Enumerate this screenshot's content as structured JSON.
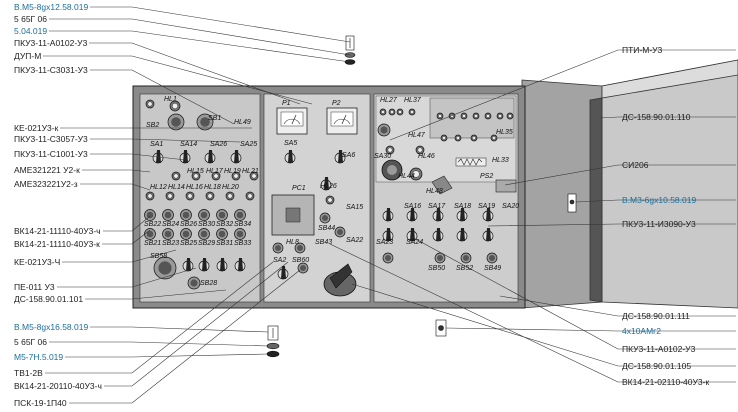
{
  "left_callouts": [
    {
      "text": "В.М5-8gх12.58.019",
      "link": true
    },
    {
      "text": "5 65Г 06",
      "link": false
    },
    {
      "text": "5.04.019",
      "link": true
    },
    {
      "text": "ПКУ3-11-А0102-У3",
      "link": false
    },
    {
      "text": "ДУП-М",
      "link": false
    },
    {
      "text": "ПКУ3-11-С3031-У3",
      "link": false
    },
    {
      "text": "КЕ-021У3-к",
      "link": false
    },
    {
      "text": "ПКУ3-11-С3057-У3",
      "link": false
    },
    {
      "text": "ПКУ3-11-С1001-У3",
      "link": false
    },
    {
      "text": "АМЕ321221 У2-к",
      "link": false
    },
    {
      "text": "АМЕ323221У2-з",
      "link": false
    },
    {
      "text": "ВК14-21-11110-40У3-ч",
      "link": false
    },
    {
      "text": "ВК14-21-11110-40У3-к",
      "link": false
    },
    {
      "text": "КЕ-021У3-Ч",
      "link": false
    },
    {
      "text": "ПЕ-011 У3",
      "link": false
    },
    {
      "text": "ДС-158.90.01.101",
      "link": false
    },
    {
      "text": "В.М5-8gх16.58.019",
      "link": true
    },
    {
      "text": "5 65Г 06",
      "link": false
    },
    {
      "text": "М5-7Н.5.019",
      "link": true
    },
    {
      "text": "ТВ1-2В",
      "link": false
    },
    {
      "text": "ВК14-21-20110-40У3-ч",
      "link": false
    },
    {
      "text": "ПСК-19-1П40",
      "link": false
    }
  ],
  "right_callouts": [
    {
      "text": "ПТИ-М-У3",
      "link": false
    },
    {
      "text": "ДС-158.90.01.110",
      "link": false
    },
    {
      "text": "СИ206",
      "link": false
    },
    {
      "text": "В.М3-6gх10.58.019",
      "link": true
    },
    {
      "text": "ПКУ3-11-И3090-У3",
      "link": false
    },
    {
      "text": "ДС-158.90.01.111",
      "link": false
    },
    {
      "text": "4х10АМг2",
      "link": true
    },
    {
      "text": "ПКУ3-11-А0102-У3",
      "link": false
    },
    {
      "text": "ДС-158.90.01.105",
      "link": false
    },
    {
      "text": "ВК14-21-02110-40У3-к",
      "link": false
    }
  ],
  "panel_labels": {
    "hl1": "HL1",
    "sb2": "SB2",
    "sb1": "SB1",
    "sa1": "SA1",
    "sa14": "SA14",
    "sa26": "SA26",
    "sa25": "SA25",
    "hl49": "HL49",
    "hl15": "HL15",
    "hl17": "HL17",
    "hl19": "HL19",
    "hl21": "HL21",
    "hl12": "HL12",
    "hl14": "HL14",
    "hl16": "HL16",
    "hl18": "HL18",
    "hl20": "HL20",
    "sb22": "SB22",
    "sb24": "SB24",
    "sb26": "SB26",
    "sb30": "SB30",
    "sb32": "SB32",
    "sb34": "SB34",
    "sb21": "SB21",
    "sb23": "SB23",
    "sb25": "SB25",
    "sb29": "SB29",
    "sb31": "SB31",
    "sb33": "SB33",
    "sb58": "SB58",
    "sb28": "SB28",
    "p1": "P1",
    "p2": "P2",
    "sa5": "SA5",
    "sa6": "SA6",
    "pc1": "PC1",
    "hl8": "HL8",
    "sa2": "SA2",
    "sb60": "SB60",
    "hl26": "HL26",
    "sb44": "SB44",
    "sb43": "SB43",
    "sa15": "SA15",
    "sa22": "SA22",
    "hl27": "HL27",
    "hl37": "HL37",
    "sa30": "SA30",
    "hl47": "HL47",
    "hl46": "HL46",
    "hl44": "HL44",
    "hl48": "HL48",
    "ps2": "PS2",
    "hl33": "HL33",
    "hl35": "HL35",
    "sa16": "SA16",
    "sa17": "SA17",
    "sa18": "SA18",
    "sa19": "SA19",
    "sa20": "SA20",
    "sa23": "SA23",
    "sa24": "SA24",
    "sb50": "SB50",
    "sb52": "SB52",
    "sb49": "SB49"
  }
}
